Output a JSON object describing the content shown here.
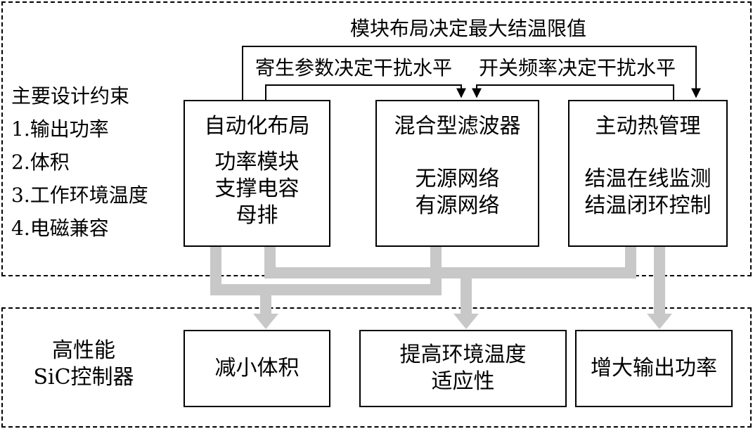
{
  "top_label": "模块布局决定最大结温限值",
  "mid_label_left": "寄生参数决定干扰水平",
  "mid_label_right": "开关频率决定干扰水平",
  "constraints": {
    "title": "主要设计约束",
    "items": [
      "1.输出功率",
      "2.体积",
      "3.工作环境温度",
      "4.电磁兼容"
    ]
  },
  "modules": [
    {
      "title": "自动化布局",
      "lines": [
        "功率模块",
        "支撑电容",
        "母排"
      ]
    },
    {
      "title": "混合型滤波器",
      "lines": [
        "无源网络",
        "有源网络"
      ]
    },
    {
      "title": "主动热管理",
      "lines": [
        "结温在线监测",
        "结温闭环控制"
      ]
    }
  ],
  "controller_label": [
    "高性能",
    "SiC控制器"
  ],
  "outcomes": [
    {
      "lines": [
        "减小体积"
      ]
    },
    {
      "lines": [
        "提高环境温度",
        "适应性"
      ]
    },
    {
      "lines": [
        "增大输出功率"
      ]
    }
  ],
  "colors": {
    "flow_arrow": "#c8c8c8",
    "line": "#000000"
  }
}
